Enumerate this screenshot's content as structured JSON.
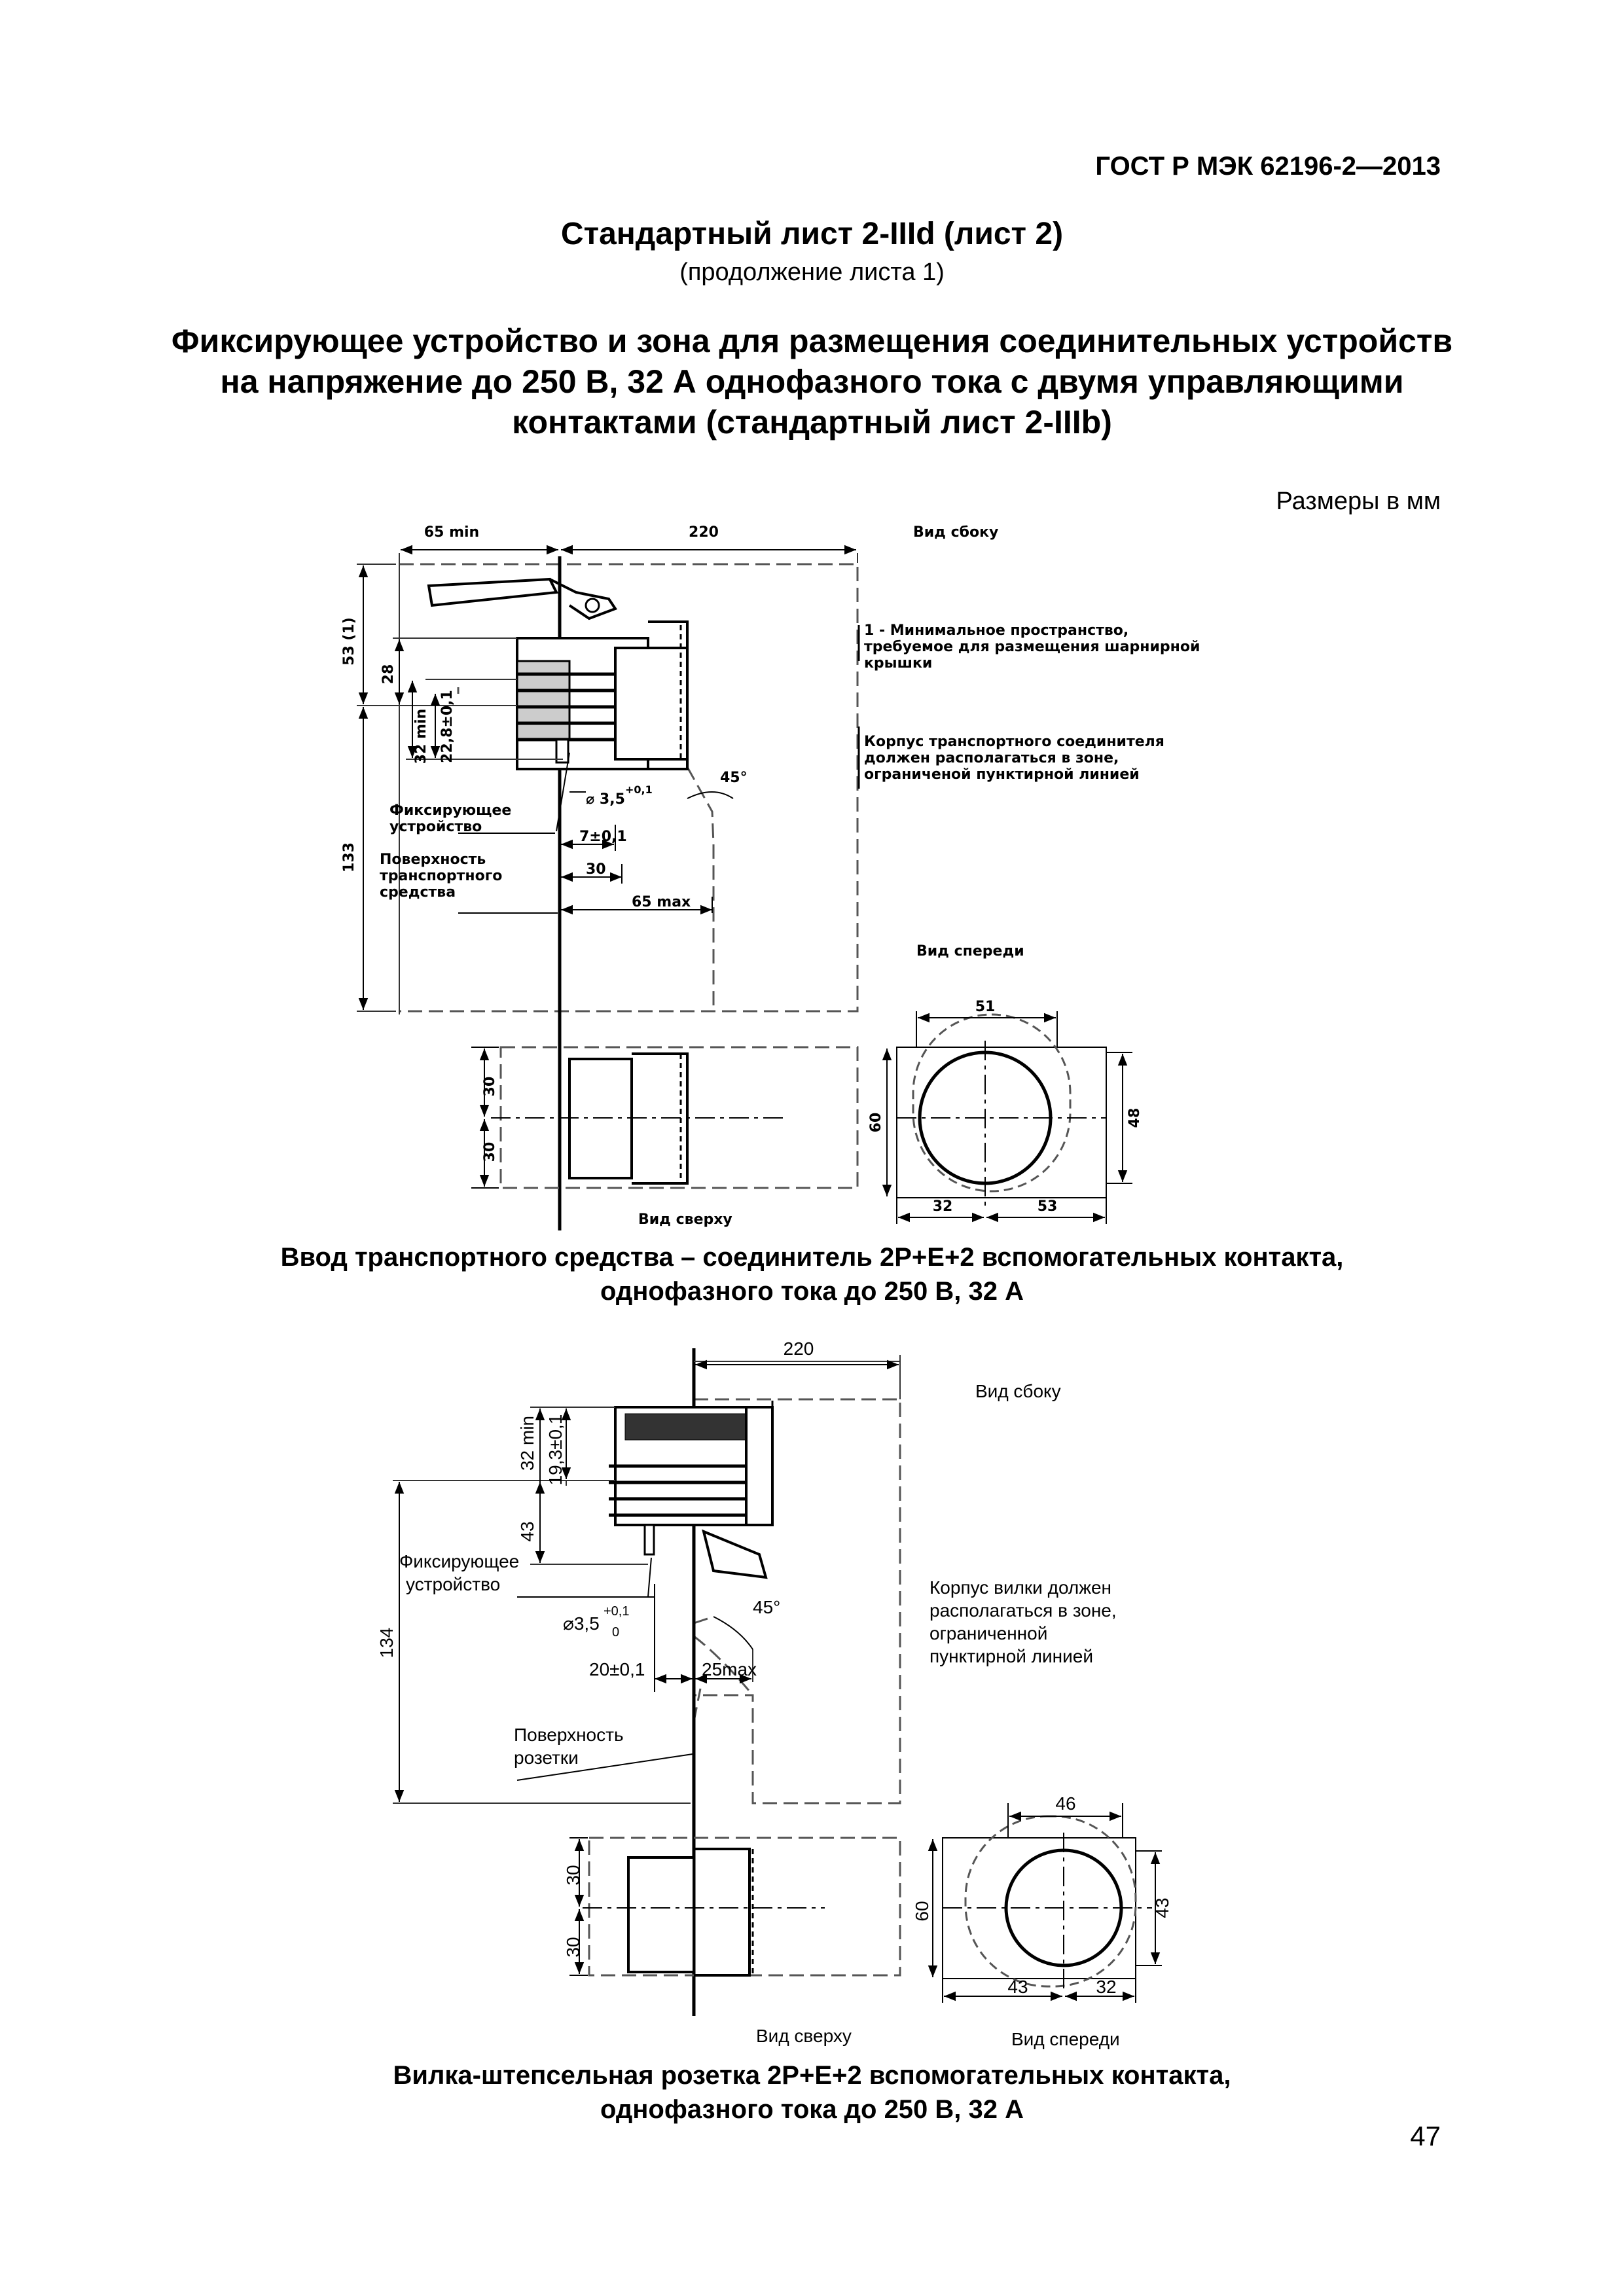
{
  "header": {
    "standard_code": "ГОСТ Р МЭК 62196-2—2013"
  },
  "sheet": {
    "title": "Стандартный лист 2-IIId (лист 2)",
    "subtitle": "(продолжение листа 1)",
    "main_title_lines": [
      "Фиксирующее устройство и зона для размещения соединительных устройств",
      "на напряжение до 250 В, 32 А однофазного  тока с двумя управляющими",
      "контактами (стандартный лист 2-IIIb)"
    ],
    "units_note": "Размеры в мм"
  },
  "figure1": {
    "view_side": "Вид сбоку",
    "view_front": "Вид спереди",
    "view_top": "Вид сверху",
    "note1_lines": [
      "1 - Минимальное пространство,",
      "требуемое для размещения шарнирной",
      "крышки"
    ],
    "note2_lines": [
      "Корпус транспортного соединителя",
      "должен располагаться в зоне,",
      "ограниченой пунктирной линией"
    ],
    "label_latch_lines": [
      "Фиксирующее",
      "устройство"
    ],
    "label_surface_lines": [
      "Поверхность",
      "транспортного",
      "средства"
    ],
    "dims": {
      "d65min": "65 min",
      "d220": "220",
      "d53": "53 (1)",
      "d28": "28",
      "d32min": "32 min",
      "d22_8": "22,8±0,1",
      "d133": "133",
      "d_dia": "⌀ 3,5",
      "d_dia_tol": "+0,1",
      "d7": "7±0,1",
      "d30": "30",
      "d65max": "65 max",
      "d45": "45°",
      "t30a": "30",
      "t30b": "30",
      "f51": "51",
      "f60": "60",
      "f48": "48",
      "f32": "32",
      "f53": "53"
    },
    "caption_lines": [
      "Ввод транспортного средства – соединитель 2Р+Е+2 вспомогательных контакта,",
      "однофазного тока до 250 В, 32 А"
    ]
  },
  "figure2": {
    "view_side": "Вид сбоку",
    "view_top": "Вид сверху",
    "view_front": "Вид спереди",
    "note_lines": [
      "Корпус вилки должен",
      "располагаться в зоне,",
      "ограниченной",
      "пунктирной линией"
    ],
    "label_latch_lines": [
      "Фиксирующее",
      "устройство"
    ],
    "label_surface_lines": [
      "Поверхность",
      "розетки"
    ],
    "dims": {
      "d220": "220",
      "d32min": "32 min",
      "d19_3": "19,3±0,1",
      "d43": "43",
      "d134": "134",
      "d_dia": "⌀3,5",
      "d_dia_tol_up": "+0,1",
      "d_dia_tol_dn": "0",
      "d45": "45°",
      "d20": "20±0,1",
      "d25max": "25max",
      "t30a": "30",
      "t30b": "30",
      "f46": "46",
      "f60": "60",
      "f43v": "43",
      "f43": "43",
      "f32": "32"
    },
    "caption_lines": [
      "Вилка-штепсельная розетка 2Р+Е+2 вспомогательных контакта,",
      "однофазного тока до 250 В, 32 А"
    ]
  },
  "page_number": "47"
}
